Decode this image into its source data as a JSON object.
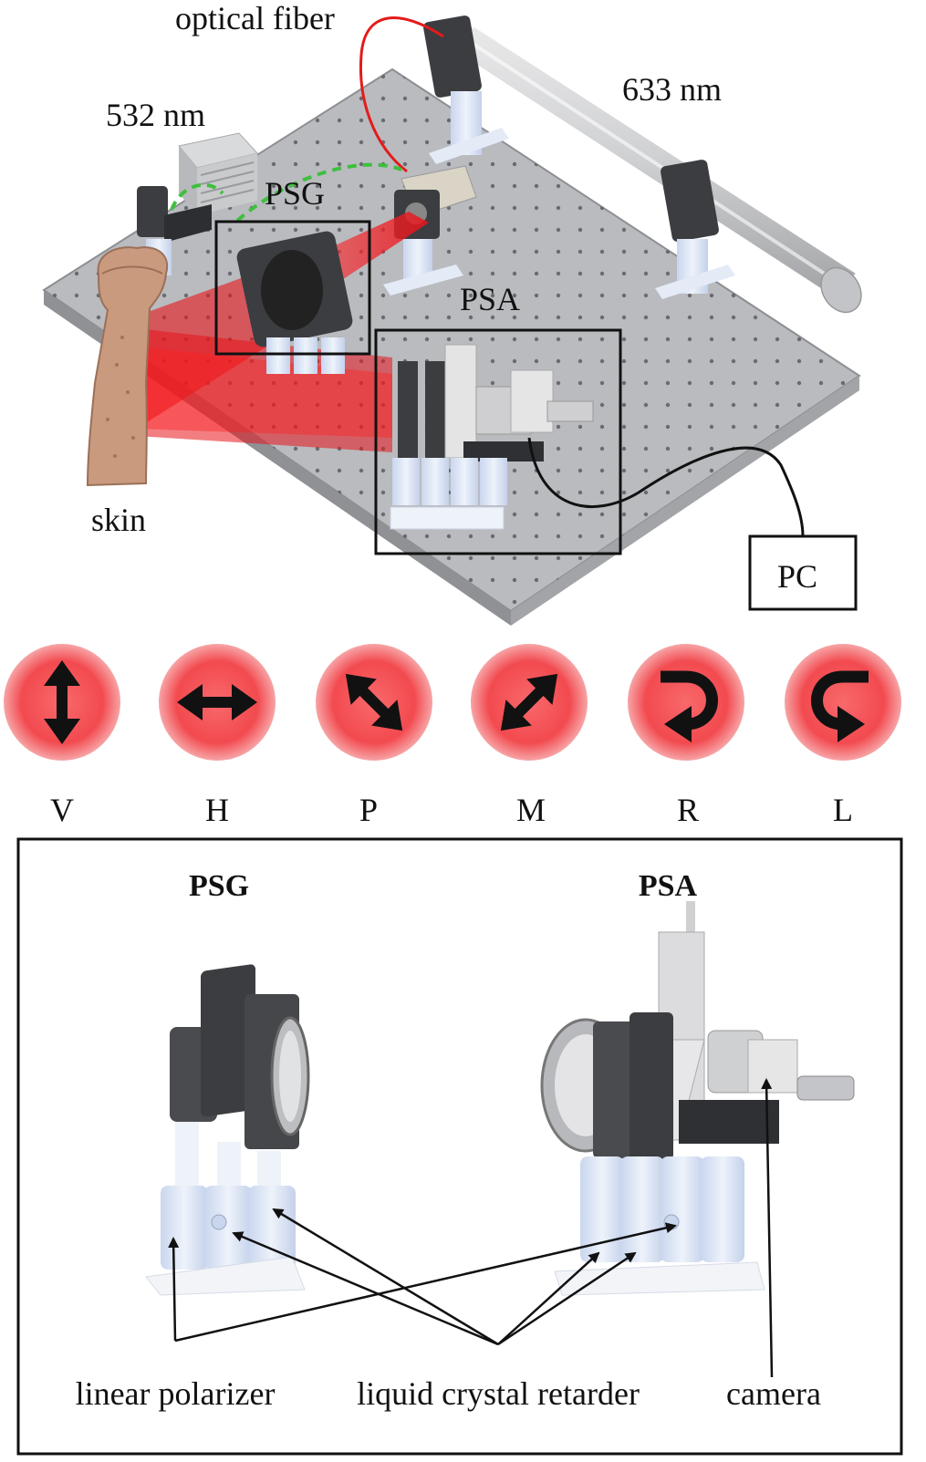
{
  "setup": {
    "optical_fiber": "optical fiber",
    "laser_633": "633 nm",
    "laser_532": "532 nm",
    "psg": "PSG",
    "psa": "PSA",
    "skin": "skin",
    "pc": "PC"
  },
  "polarization_states": [
    {
      "label": "V",
      "icon": "vertical-arrow-icon"
    },
    {
      "label": "H",
      "icon": "horizontal-arrow-icon"
    },
    {
      "label": "P",
      "icon": "diagonal-plus-arrow-icon"
    },
    {
      "label": "M",
      "icon": "diagonal-minus-arrow-icon"
    },
    {
      "label": "R",
      "icon": "right-circular-arrow-icon"
    },
    {
      "label": "L",
      "icon": "left-circular-arrow-icon"
    }
  ],
  "detail": {
    "psg_title": "PSG",
    "psa_title": "PSA",
    "linear_polarizer": "linear polarizer",
    "liquid_crystal_retarder": "liquid crystal retarder",
    "camera": "camera"
  },
  "colors": {
    "beam_red": "#e8141b",
    "circle_red": "#f24a4f",
    "table_gray": "#b9bbbf",
    "post_blue": "#dfe8f7",
    "mount_dark": "#3c3d40"
  }
}
